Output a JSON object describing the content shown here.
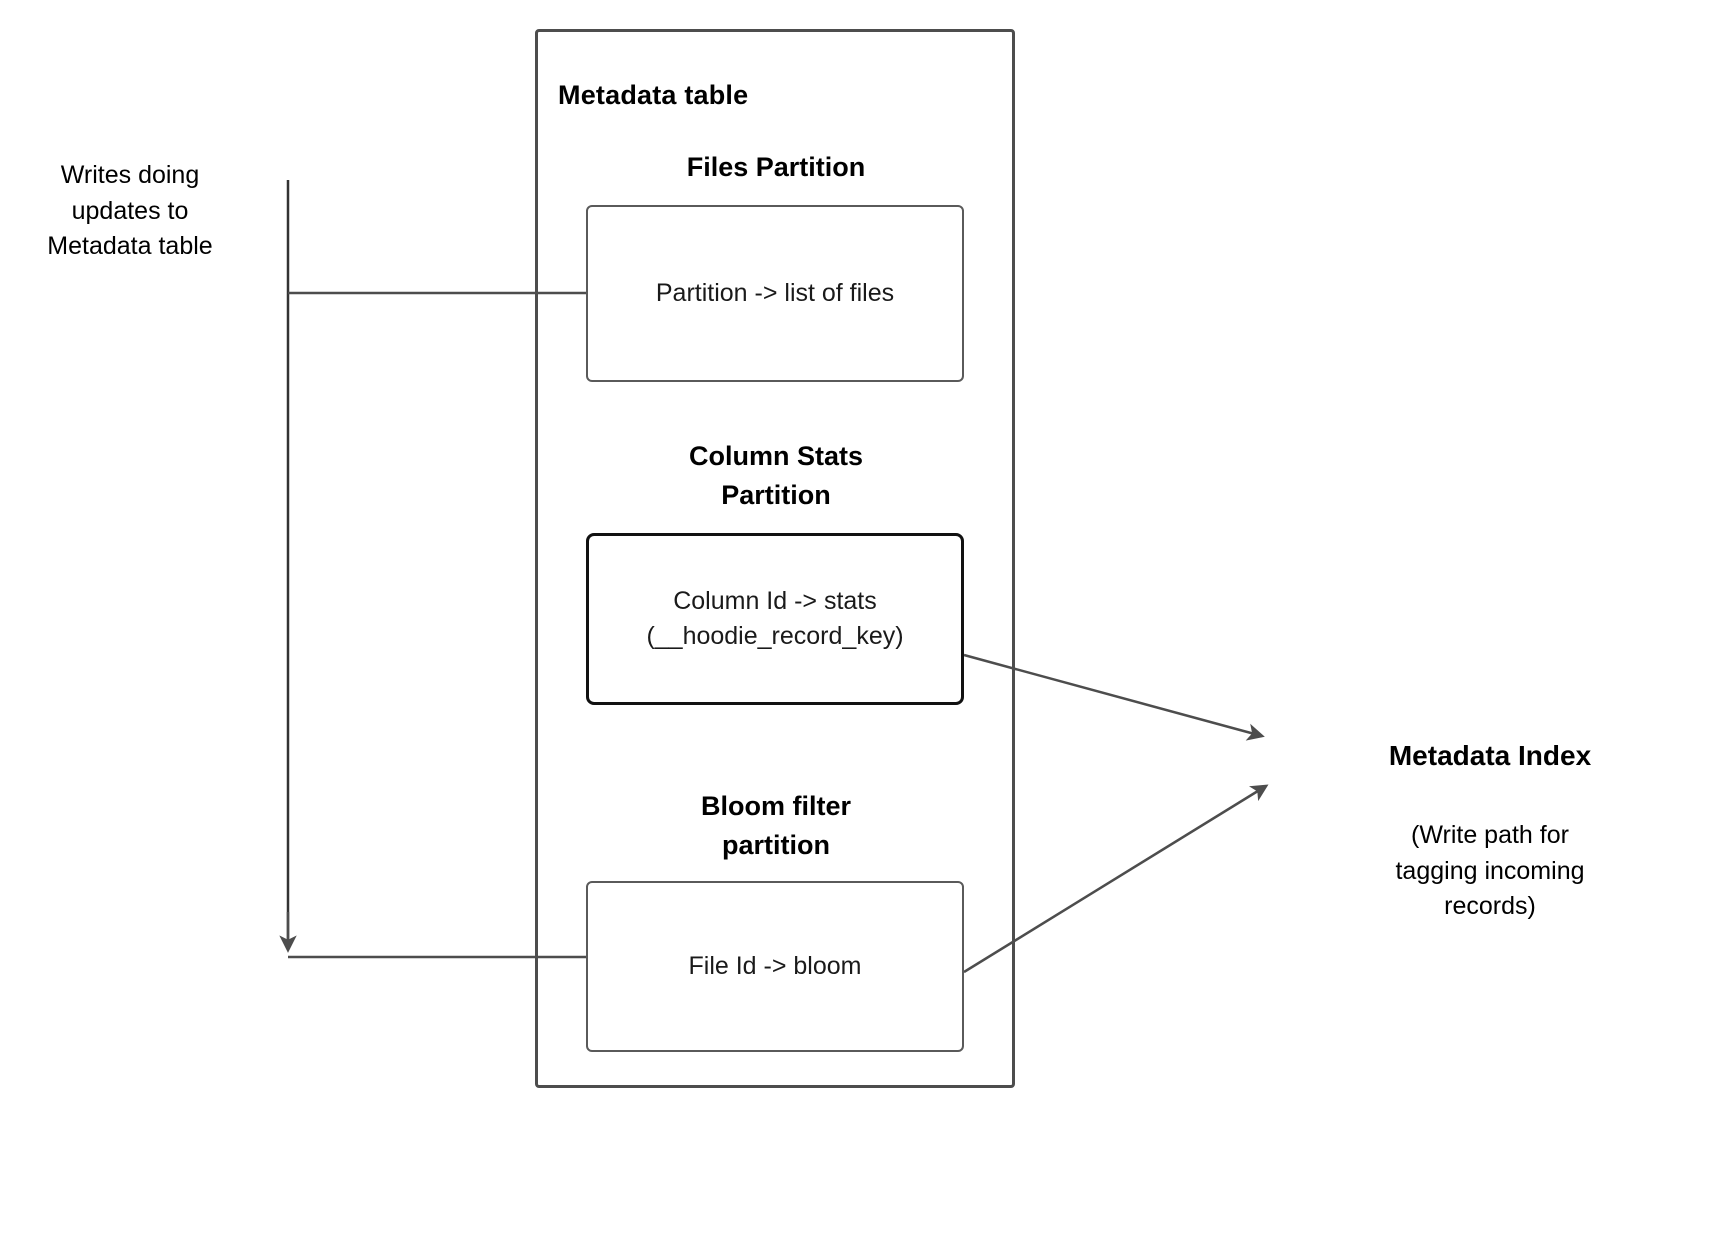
{
  "diagram": {
    "title": "Metadata table",
    "left_annotation": "Writes doing\nupdates to\nMetadata table",
    "sections": [
      {
        "heading": "Files Partition",
        "box_text": "Partition -> list of files"
      },
      {
        "heading": "Column Stats\nPartition",
        "box_text": "Column Id  -> stats\n(__hoodie_record_key)"
      },
      {
        "heading": "Bloom filter\npartition",
        "box_text": "File Id -> bloom"
      }
    ],
    "right": {
      "title": "Metadata Index",
      "note": "(Write path for\ntagging incoming\nrecords)"
    },
    "colors": {
      "outline": "#4d4d4d",
      "box_outline": "#5a5a5a",
      "emphasis_outline": "#111111",
      "connector": "#4d4d4d",
      "arrowhead": "#4d4d4d",
      "text": "#000000",
      "background": "#ffffff"
    }
  }
}
